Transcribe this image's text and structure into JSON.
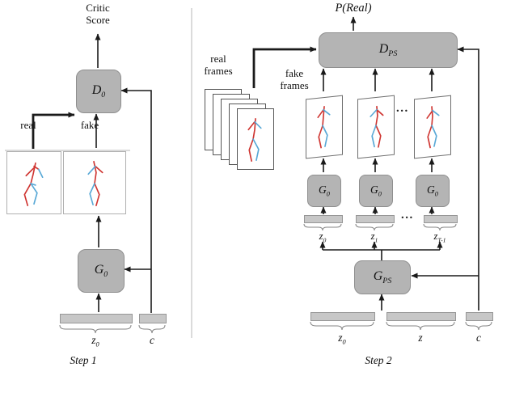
{
  "colors": {
    "arrow_color": "#1a1a1a",
    "box_fill": "#b4b4b4",
    "box_border": "#8f8f8f",
    "bar_fill": "#c7c7c7",
    "bar_border": "#979797",
    "skeleton_red": "#cf3430",
    "skeleton_blue": "#58a8d6"
  },
  "step1": {
    "critic_score": "Critic Score",
    "d0": {
      "base": "D",
      "sub": "0"
    },
    "g0": {
      "base": "G",
      "sub": "0"
    },
    "real_label": "real",
    "fake_label": "fake",
    "z0": {
      "base": "z",
      "sub": "0"
    },
    "c": "c",
    "step_label": "Step 1"
  },
  "step2": {
    "p_real": "P(Real)",
    "dps": {
      "base": "D",
      "sub": "PS"
    },
    "gps": {
      "base": "G",
      "sub": "PS"
    },
    "real_frames_label": "real frames",
    "fake_frames_label": "fake frames",
    "g0_blocks": [
      {
        "base": "G",
        "sub": "0"
      },
      {
        "base": "G",
        "sub": "0"
      },
      {
        "base": "G",
        "sub": "0"
      }
    ],
    "latents": [
      {
        "base": "z",
        "sub": "0"
      },
      {
        "base": "z",
        "sub": "1"
      },
      {
        "base": "z",
        "sub": "T-1"
      }
    ],
    "ellipsis_frames": "...",
    "ellipsis_latents": "...",
    "bottom": {
      "z0": {
        "base": "z",
        "sub": "0"
      },
      "z": "z",
      "c": "c"
    },
    "step_label": "Step 2"
  }
}
